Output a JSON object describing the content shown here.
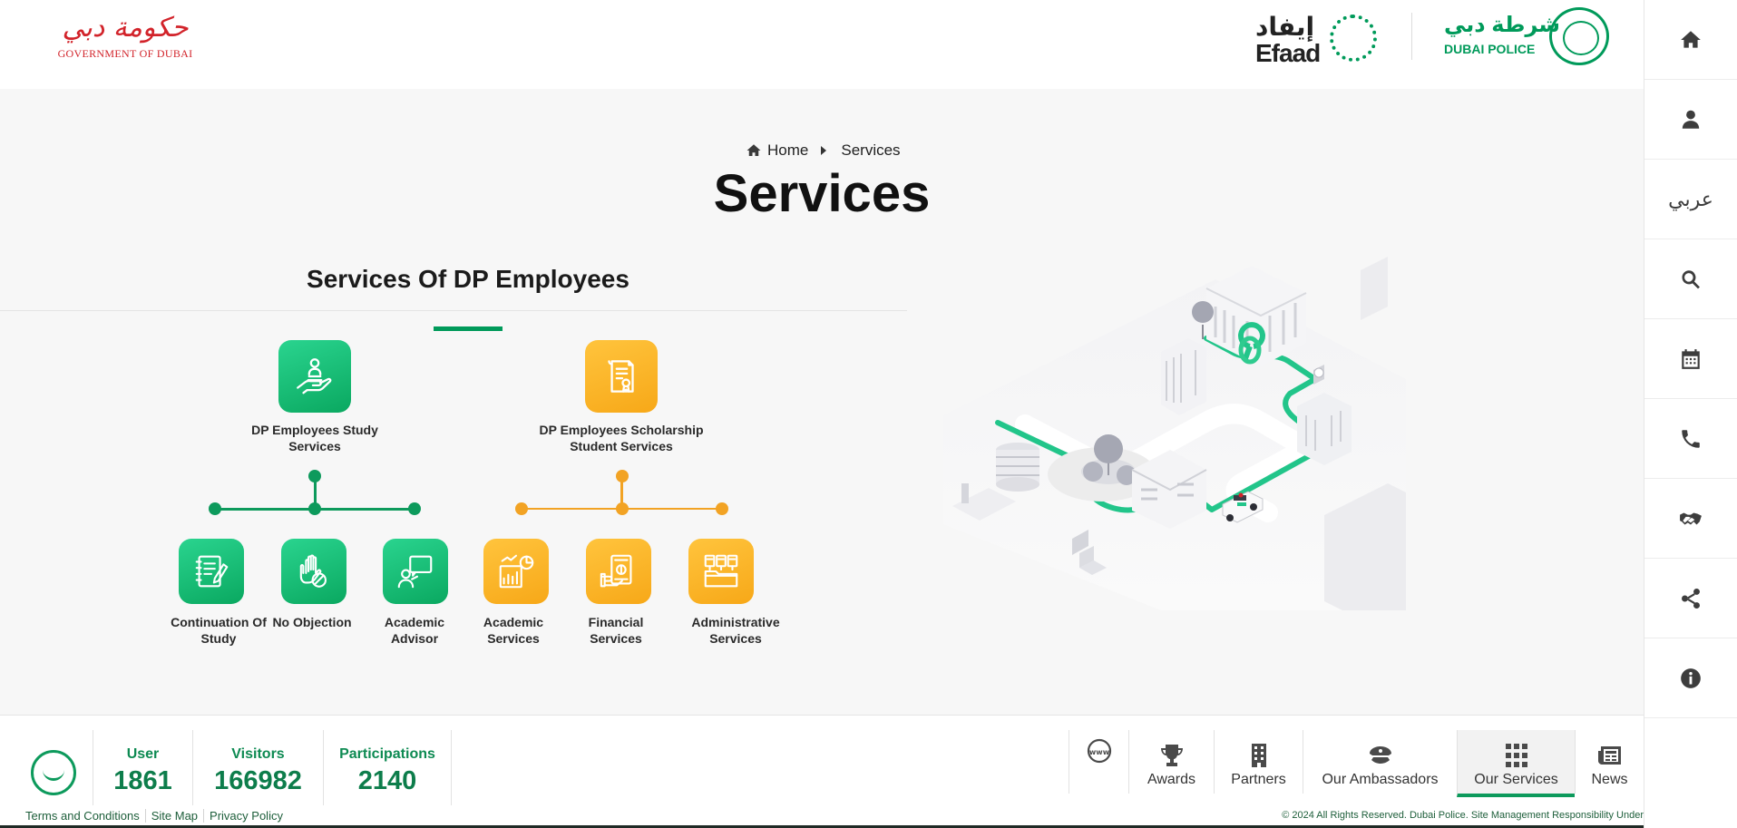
{
  "header": {
    "gov_logo_ar": "حكومة دبي",
    "gov_logo_en": "GOVERNMENT OF DUBAI",
    "efaad_ar": "إيفاد",
    "efaad_en": "Efaad",
    "dp_ar": "شرطة دبي",
    "dp_en": "DUBAI POLICE"
  },
  "sidebar": {
    "items": [
      {
        "name": "home",
        "icon": "home-icon"
      },
      {
        "name": "profile",
        "icon": "user-icon"
      },
      {
        "name": "language",
        "label": "عربي"
      },
      {
        "name": "search",
        "icon": "search-icon"
      },
      {
        "name": "calendar",
        "icon": "calendar-icon"
      },
      {
        "name": "phone",
        "icon": "phone-icon"
      },
      {
        "name": "handshake",
        "icon": "handshake-icon"
      },
      {
        "name": "share",
        "icon": "share-icon"
      },
      {
        "name": "info",
        "icon": "info-icon"
      }
    ]
  },
  "breadcrumb": {
    "home": "Home",
    "current": "Services"
  },
  "page": {
    "title": "Services"
  },
  "section": {
    "title": "Services Of DP Employees",
    "groups": [
      {
        "label": "DP Employees Study Services",
        "color": "#0d9a5c",
        "children": [
          {
            "label": "Continuation Of Study",
            "icon": "notebook-icon"
          },
          {
            "label": "No Objection",
            "icon": "hand-stop-icon"
          },
          {
            "label": "Academic Advisor",
            "icon": "advisor-icon"
          }
        ]
      },
      {
        "label": "DP Employees Scholarship Student Services",
        "color": "#f2a324",
        "children": [
          {
            "label": "Academic Services",
            "icon": "chart-icon"
          },
          {
            "label": "Financial Services",
            "icon": "money-icon"
          },
          {
            "label": "Administrative Services",
            "icon": "folder-icon"
          }
        ]
      }
    ]
  },
  "footer": {
    "stats": [
      {
        "label": "User",
        "value": "1861"
      },
      {
        "label": "Visitors",
        "value": "166982"
      },
      {
        "label": "Participations",
        "value": "2140"
      }
    ],
    "nav": [
      {
        "label": "",
        "icon": "www-icon"
      },
      {
        "label": "Awards",
        "icon": "trophy-icon"
      },
      {
        "label": "Partners",
        "icon": "building-icon"
      },
      {
        "label": "Our Ambassadors",
        "icon": "police-hat-icon"
      },
      {
        "label": "Our Services",
        "icon": "grid-icon",
        "active": true
      },
      {
        "label": "News",
        "icon": "newspaper-icon"
      }
    ],
    "links": [
      "Terms and Conditions",
      "Site Map",
      "Privacy Policy"
    ],
    "copyright": "© 2024 All Rights Reserved. Dubai Police. Site Management Responsibility Under"
  },
  "colors": {
    "brand_green": "#0d9a5c",
    "accent_orange": "#f2a324",
    "gov_red": "#d2232a"
  }
}
